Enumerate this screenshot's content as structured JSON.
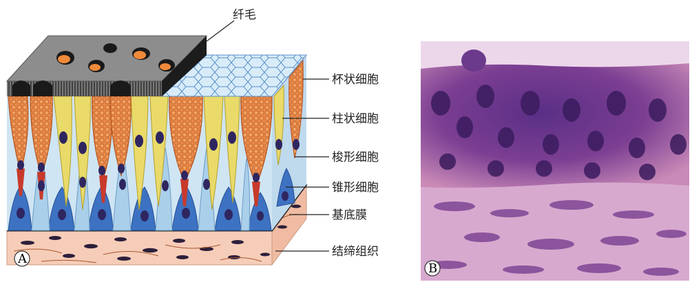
{
  "figure": {
    "panel_a_letter": "A",
    "panel_b_letter": "B",
    "labels": {
      "cilia": "纤毛",
      "goblet_cell": "杯状细胞",
      "columnar_cell": "柱状细胞",
      "spindle_cell": "梭形细胞",
      "cone_cell": "锥形细胞",
      "basement_membrane": "基底膜",
      "connective_tissue": "结缔组织"
    }
  },
  "colors": {
    "goblet": "#e8894a",
    "columnar": "#e9da6a",
    "basal": "#3d72c2",
    "nucleus": "#2f2660",
    "connective": "#f6cdb8",
    "apical_surface": "#8d8d8d",
    "cilia_dark": "#1c1c1c",
    "micrograph_purple": "#5a2f86",
    "micrograph_pink": "#c98ab7"
  }
}
